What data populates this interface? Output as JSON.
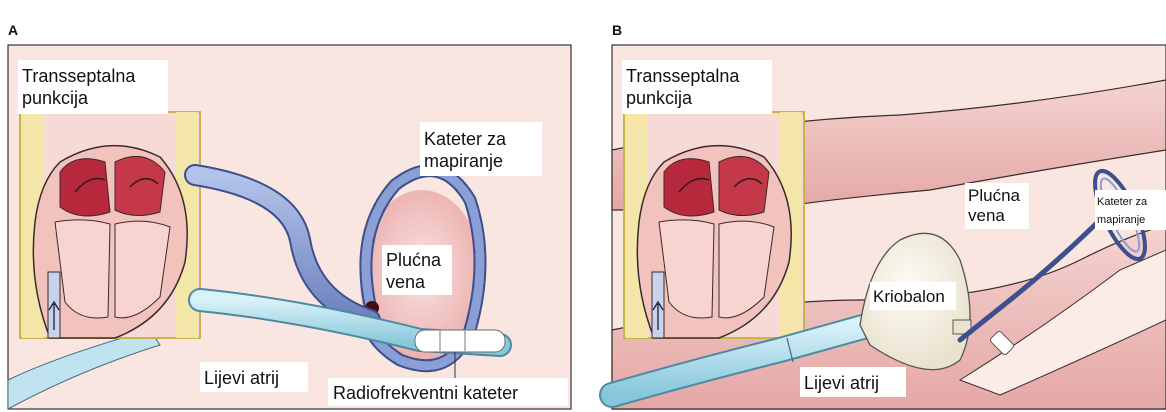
{
  "panels": [
    {
      "letter": "A",
      "labels": {
        "transseptal_line1": "Transseptalna",
        "transseptal_line2": "punkcija",
        "mapping_line1": "Kateter za",
        "mapping_line2": "mapiranje",
        "vein_line1": "Plućna",
        "vein_line2": "vena",
        "atrium": "Lijevi atrij",
        "rf_catheter": "Radiofrekventni kateter"
      }
    },
    {
      "letter": "B",
      "labels": {
        "transseptal_line1": "Transseptalna",
        "transseptal_line2": "punkcija",
        "mapping_line1": "Kateter za",
        "mapping_line2": "mapiranje",
        "vein_line1": "Plućna",
        "vein_line2": "vena",
        "balloon": "Kriobalon",
        "atrium": "Lijevi atrij"
      }
    }
  ],
  "colors": {
    "background": "#f9e6e0",
    "tissue": "#f2c9c4",
    "catheter_blue": "#7f93c8",
    "catheter_light": "#a9d8e6",
    "heart_red": "#b8283c",
    "inset_border": "#c9b44a"
  }
}
